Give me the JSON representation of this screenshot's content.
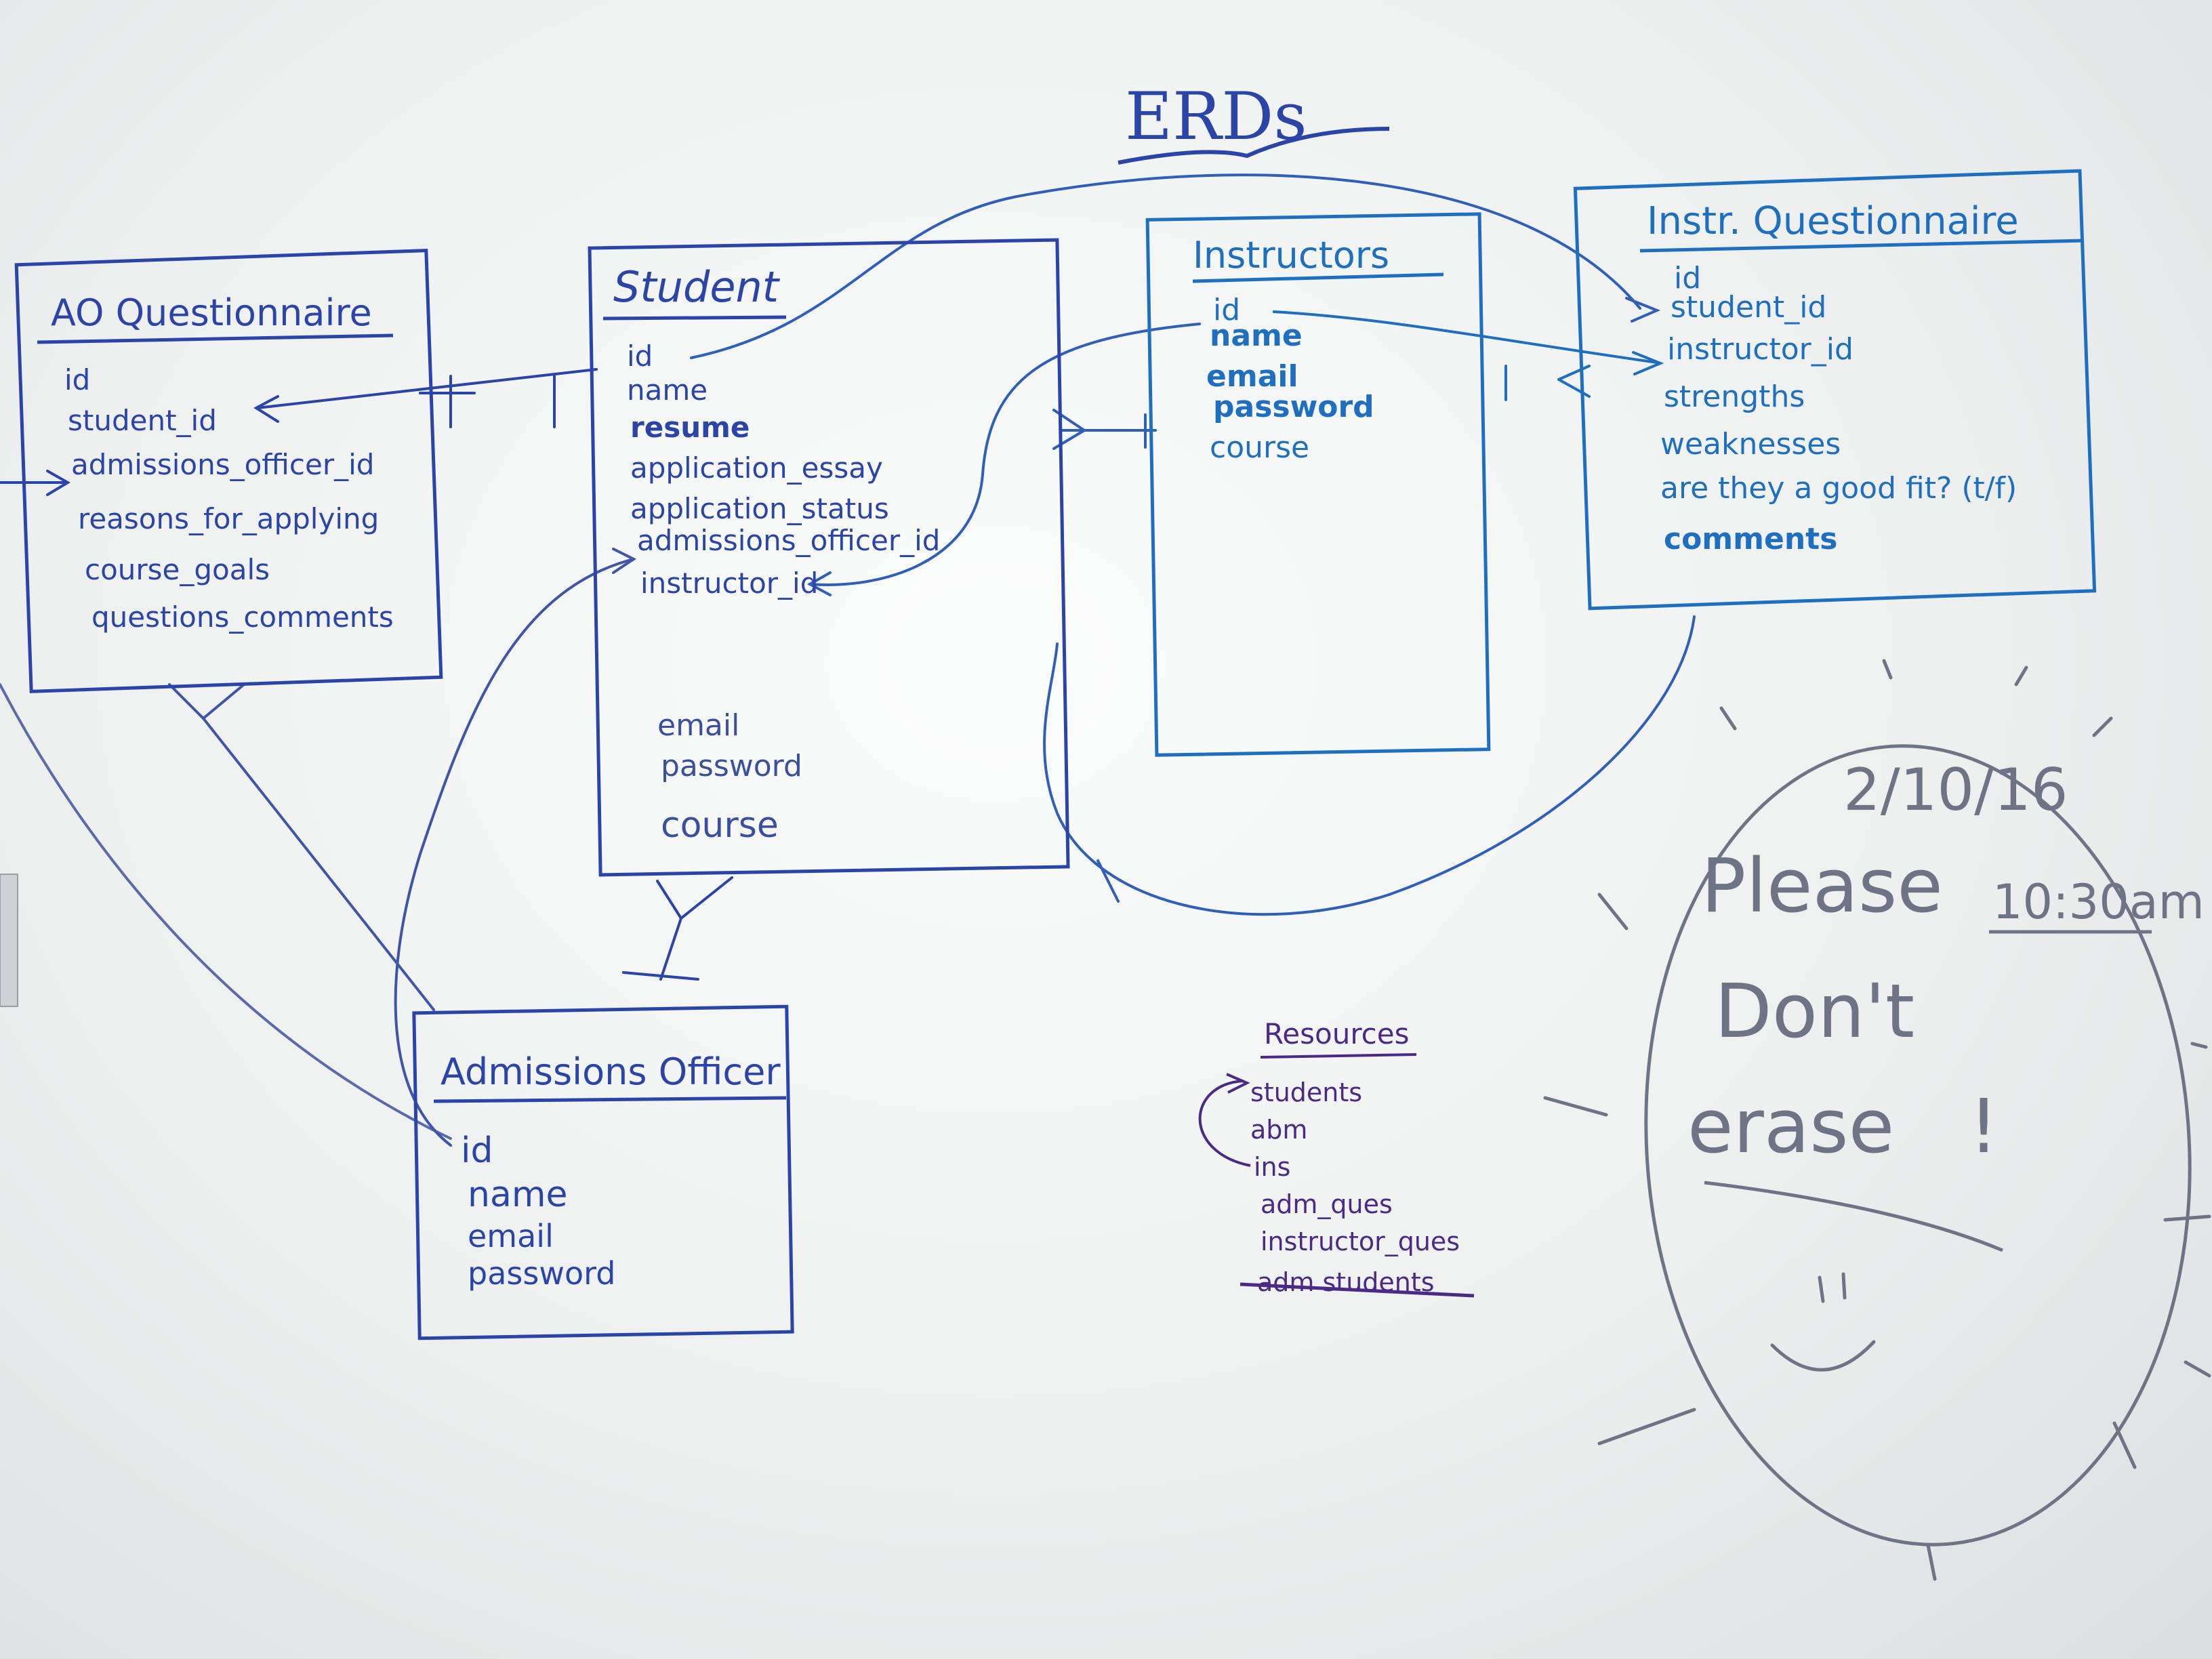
{
  "title": "ERDs",
  "colors": {
    "ink_navy": "#2b44a8",
    "ink_blue": "#1f6fc0",
    "ink_purple": "#4a2a86",
    "ink_gray": "#6e7385",
    "board": "#f4f6f6"
  },
  "entities": {
    "ao_questionnaire": {
      "name": "AO Questionnaire",
      "fields": [
        "id",
        "student_id",
        "admissions_officer_id",
        "reasons_for_applying",
        "course_goals",
        "questions_comments"
      ]
    },
    "student": {
      "name": "Student",
      "fields": [
        "id",
        "name",
        "resume",
        "application_essay",
        "application_status",
        "admissions_officer_id",
        "instructor_id"
      ],
      "extra_fields": [
        "email",
        "password",
        "course"
      ]
    },
    "instructors": {
      "name": "Instructors",
      "fields": [
        "id",
        "name",
        "email",
        "password",
        "course"
      ]
    },
    "instr_questionnaire": {
      "name": "Instr. Questionnaire",
      "fields": [
        "id",
        "student_id",
        "instructor_id",
        "strengths",
        "weaknesses",
        "are they a good fit? (t/f)",
        "comments"
      ]
    },
    "admissions_officer": {
      "name": "Admissions Officer",
      "fields": [
        "id",
        "name",
        "email",
        "password"
      ]
    }
  },
  "resources": {
    "heading": "Resources",
    "items": [
      "students",
      "abm",
      "ins",
      "adm_ques",
      "instructor_ques"
    ],
    "struck_item": "adm students"
  },
  "note": {
    "date": "2/10/16",
    "time": "10:30am",
    "lines": [
      "Please",
      "Don't",
      "erase",
      "!"
    ]
  }
}
